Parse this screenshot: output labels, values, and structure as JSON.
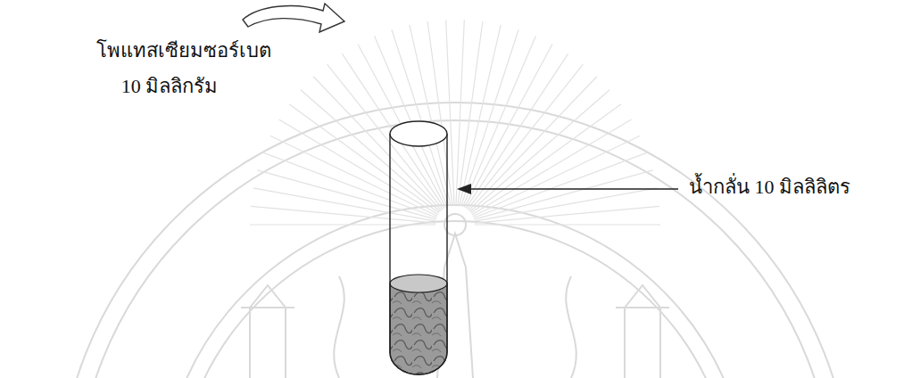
{
  "diagram": {
    "labels": [
      "โพแทสเซียมซอร์เบต",
      "10 มิลลิกรัม",
      "น้ำกลั่น 10 มิลลิลิตร"
    ]
  }
}
